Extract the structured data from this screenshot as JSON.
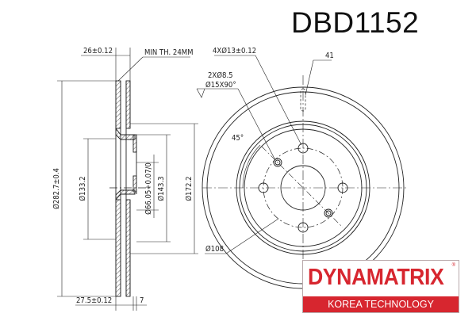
{
  "title": "DBD1152",
  "brand": {
    "name": "DYNAMATRIX",
    "tagline": "KOREA TECHNOLOGY",
    "registered_mark": "®",
    "color": "#d7262f"
  },
  "side_view": {
    "thickness_label": "26±0.12",
    "min_thickness_label": "MIN TH. 24MM",
    "outer_diameter_label": "Ø282.7±0.4",
    "diameter_133_label": "Ø133.2",
    "center_bore_label": "Ø66.05+0.07/0",
    "diameter_143_label": "Ø143.3",
    "diameter_172_label": "Ø172.2",
    "height_label": "27.5±0.12",
    "hat_thickness_label": "7"
  },
  "front_view": {
    "bolt_holes_label": "4XØ13±0.12",
    "vent_label": "41",
    "screw_holes_label": "2XØ8.5",
    "countersink_label": "Ø15X90°",
    "angle_label": "45°",
    "pcd_label": "Ø108"
  }
}
